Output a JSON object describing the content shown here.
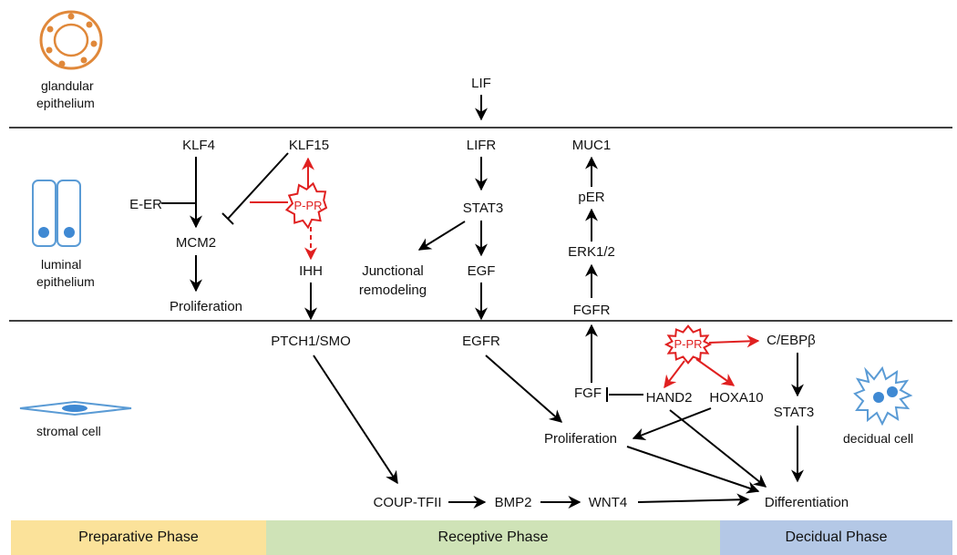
{
  "cells": {
    "glandular": [
      "glandular",
      "epithelium"
    ],
    "luminal": [
      "luminal",
      "epithelium"
    ],
    "stromal": "stromal cell",
    "decidual": "decidual cell"
  },
  "nodes": {
    "lif": "LIF",
    "lifr": "LIFR",
    "stat3_epi": "STAT3",
    "junctional": [
      "Junctional",
      "remodeling"
    ],
    "egf": "EGF",
    "klf4": "KLF4",
    "klf15": "KLF15",
    "e_er": "E-ER",
    "mcm2": "MCM2",
    "ihh": "IHH",
    "proliferation_epi": "Proliferation",
    "p_pr_epi": "P-PR",
    "muc1": "MUC1",
    "per": "pER",
    "erk": "ERK1/2",
    "fgfr": "FGFR",
    "ptch": "PTCH1/SMO",
    "egfr": "EGFR",
    "p_pr_stroma": "P-PR",
    "cebpb": "C/EBPβ",
    "fgf": "FGF",
    "hand2": "HAND2",
    "hoxa10": "HOXA10",
    "stat3_str": "STAT3",
    "proliferation_str": "Proliferation",
    "coup": "COUP-TFII",
    "bmp2": "BMP2",
    "wnt4": "WNT4",
    "differentiation": "Differentiation"
  },
  "phases": [
    {
      "label": "Preparative Phase",
      "color": "#fbe29a"
    },
    {
      "label": "Receptive Phase",
      "color": "#cfe3b7"
    },
    {
      "label": "Decidual Phase",
      "color": "#b4c8e6"
    }
  ],
  "colors": {
    "progesterone_path": "#e02020",
    "gland_cell": "#e0883a",
    "cell_blue": "#3f89d3",
    "cell_outline": "#5a9bd5"
  }
}
